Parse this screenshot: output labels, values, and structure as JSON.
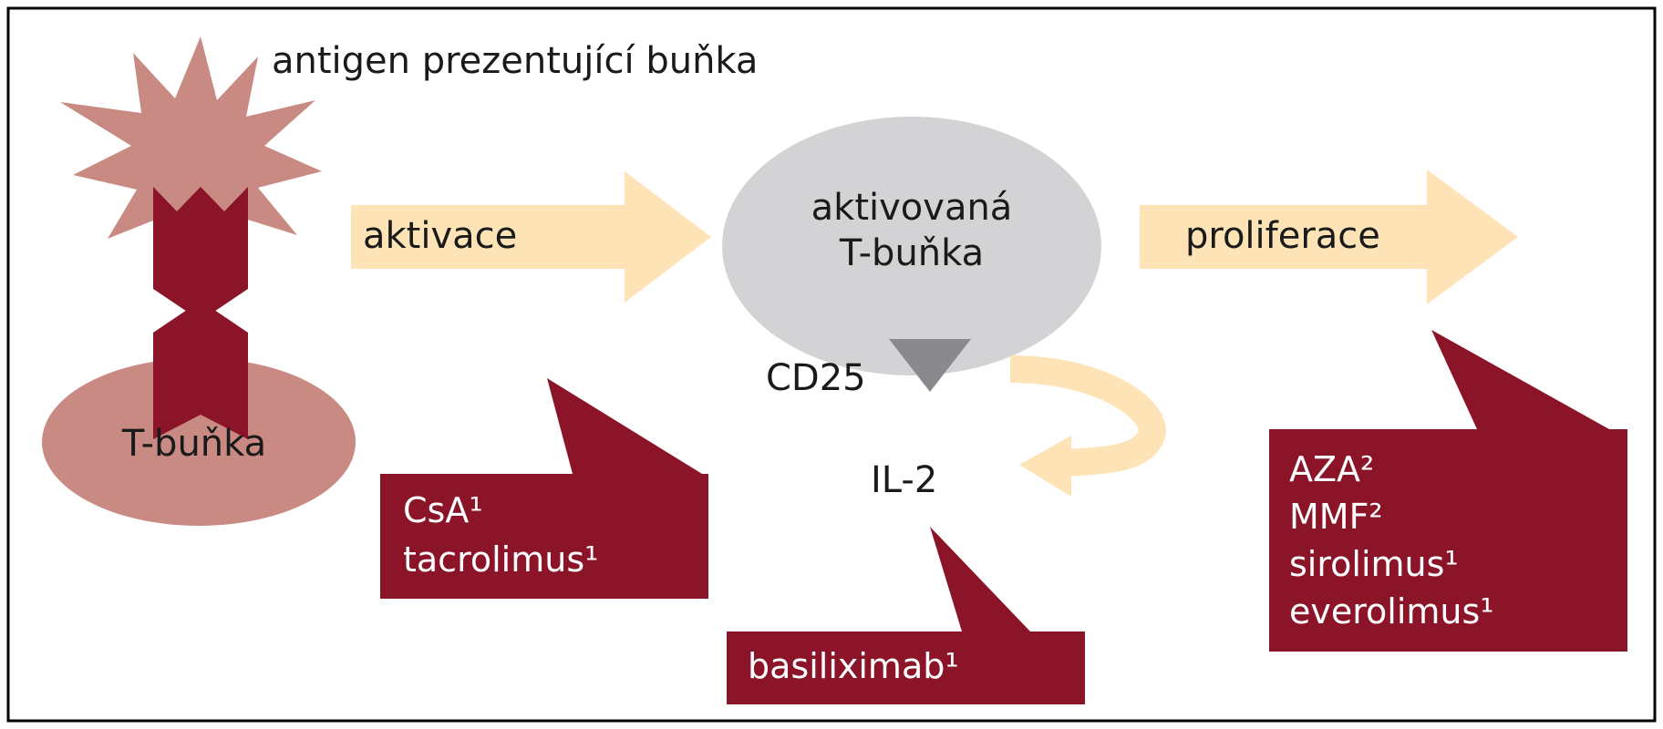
{
  "labels": {
    "apc": "antigen prezentující buňka",
    "tcell": "T-buňka",
    "activation": "aktivace",
    "activated_line1": "aktivovaná",
    "activated_line2": "T-buňka",
    "cd25": "CD25",
    "il2": "IL-2",
    "proliferation": "proliferace"
  },
  "drug_boxes": {
    "calcineurin": [
      "CsA¹",
      "tacrolimus¹"
    ],
    "il2r": [
      "basiliximab¹"
    ],
    "proliferation": [
      "AZA²",
      "MMF²",
      "sirolimus¹",
      "everolimus¹"
    ]
  },
  "colors": {
    "apc_fill": "#c98a84",
    "tcell_fill": "#c98a84",
    "receptor": "#8b1428",
    "drug_box": "#8b1428",
    "drug_text": "#ffffff",
    "arrow_fill": "#fde3b5",
    "activated_cell": "#d3d3d6",
    "cd25_triangle": "#8a8a8e",
    "frame": "#000000",
    "text": "#1a1a1a"
  }
}
